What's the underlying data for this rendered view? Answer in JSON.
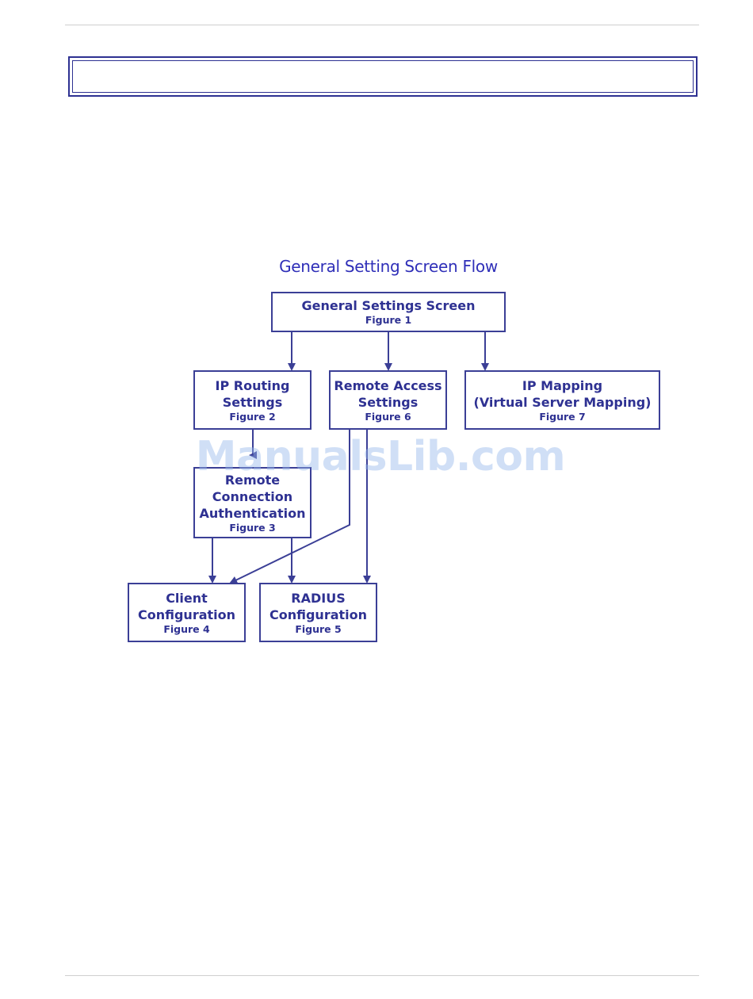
{
  "diagram": {
    "title": "General Setting Screen Flow",
    "nodes": {
      "general": {
        "label": "General Settings Screen",
        "figure": "Figure 1"
      },
      "ip_routing": {
        "label": "IP Routing\nSettings",
        "figure": "Figure 2"
      },
      "remote_access": {
        "label": "Remote Access\nSettings",
        "figure": "Figure 6"
      },
      "ip_mapping": {
        "label": "IP Mapping\n(Virtual Server Mapping)",
        "figure": "Figure 7"
      },
      "remote_connection": {
        "label": "Remote\nConnection\nAuthentication",
        "figure": "Figure 3"
      },
      "client": {
        "label": "Client\nConfiguration",
        "figure": "Figure 4"
      },
      "radius": {
        "label": "RADIUS\nConfiguration",
        "figure": "Figure 5"
      }
    },
    "edges": [
      [
        "general",
        "ip_routing"
      ],
      [
        "general",
        "remote_access"
      ],
      [
        "general",
        "ip_mapping"
      ],
      [
        "ip_routing",
        "remote_connection"
      ],
      [
        "remote_connection",
        "client"
      ],
      [
        "remote_connection",
        "radius"
      ],
      [
        "remote_access",
        "client"
      ],
      [
        "remote_access",
        "radius"
      ]
    ],
    "colors": {
      "border": "#3b3f96",
      "text": "#2e3192",
      "title": "#2f2fb8"
    }
  },
  "watermark": "ManualsLib.com"
}
